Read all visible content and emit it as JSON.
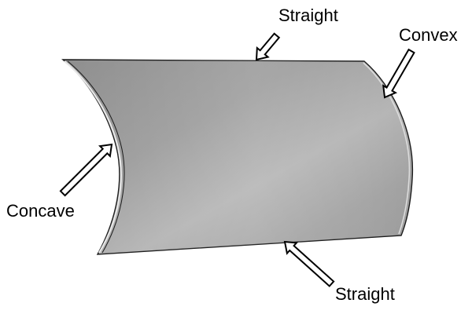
{
  "diagram": {
    "labels": {
      "top_edge": "Straight",
      "right_edge": "Convex",
      "left_edge": "Concave",
      "bottom_edge": "Straight"
    },
    "colors": {
      "surface_light": "#c4c4c4",
      "surface_mid": "#9a9a9a",
      "surface_dark": "#8c8c8c",
      "edge_highlight": "#e8e8e8",
      "outline": "#1a1a1a",
      "arrow_fill": "#ffffff",
      "arrow_stroke": "#000000",
      "text": "#000000"
    }
  }
}
